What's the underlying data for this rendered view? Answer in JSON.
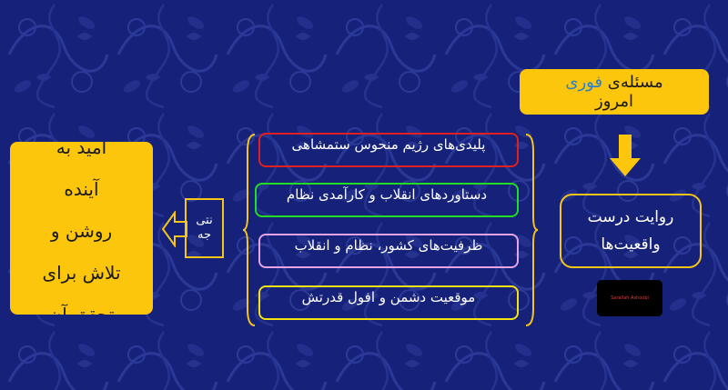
{
  "title": {
    "line1_prefix": "مسئله‌ی ",
    "line1_highlight": "فوری",
    "line2": "امروز"
  },
  "narrative": {
    "line1": "روایت درست",
    "line2": "واقعیت‌ها"
  },
  "thumbnail": {
    "text": "Sarallah Ashoobi"
  },
  "items": [
    "پلیدی‌های رژیم منحوس ستمشاهی",
    "دستاوردهای انقلاب و کارآمدی نظام",
    "ظرفیت‌های کشور، نظام و انقلاب",
    "موقعیت دشمن و افول قدرتش"
  ],
  "result": {
    "line1": "نتی",
    "line2": "جه"
  },
  "outcome": [
    "امید به",
    "آینده",
    "روشن و",
    "تلاش برای",
    "تحقق آن"
  ],
  "colors": {
    "background": "#16227a",
    "accent_yellow": "#fcc60c",
    "item_borders": [
      "#e02020",
      "#22dd22",
      "#e6a3e6",
      "#f5e20f"
    ]
  }
}
